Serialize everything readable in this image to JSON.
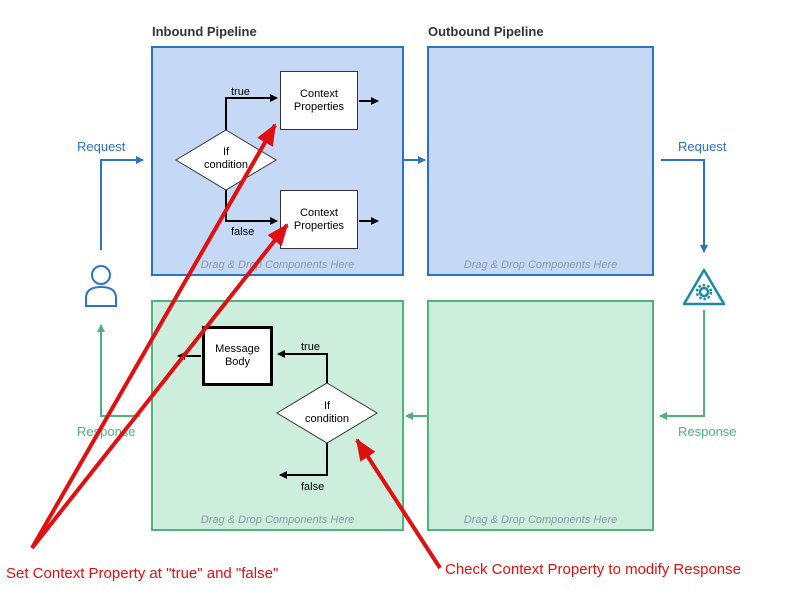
{
  "inbound": {
    "title": "Inbound Pipeline",
    "placeholder": "Drag & Drop Components Here",
    "true_label": "true",
    "false_label": "false",
    "condition": [
      "If",
      "condition"
    ],
    "box_true": [
      "Context",
      "Properties"
    ],
    "box_false": [
      "Context",
      "Properties"
    ]
  },
  "outbound": {
    "title": "Outbound Pipeline",
    "placeholder": "Drag & Drop Components Here"
  },
  "response_left": {
    "placeholder": "Drag & Drop Components Here",
    "true_label": "true",
    "false_label": "false",
    "condition": [
      "If",
      "condition"
    ],
    "message_box": [
      "Message",
      "Body"
    ]
  },
  "response_right": {
    "placeholder": "Drag & Drop Components Here"
  },
  "flow": {
    "request_left": "Request",
    "request_right": "Request",
    "response_left": "Response",
    "response_right": "Response"
  },
  "icons": {
    "user": "user-icon",
    "service": "gear-triangle-icon"
  },
  "annotations": {
    "left": "Set Context Property at \"true\" and \"false\"",
    "right": "Check Context Property to modify Response"
  },
  "colors": {
    "blue_fill": "#c5d9f7",
    "blue_stroke": "#2b73c7",
    "green_fill": "#cdeedd",
    "green_stroke": "#4fb37a",
    "annotation": "#e01010"
  }
}
